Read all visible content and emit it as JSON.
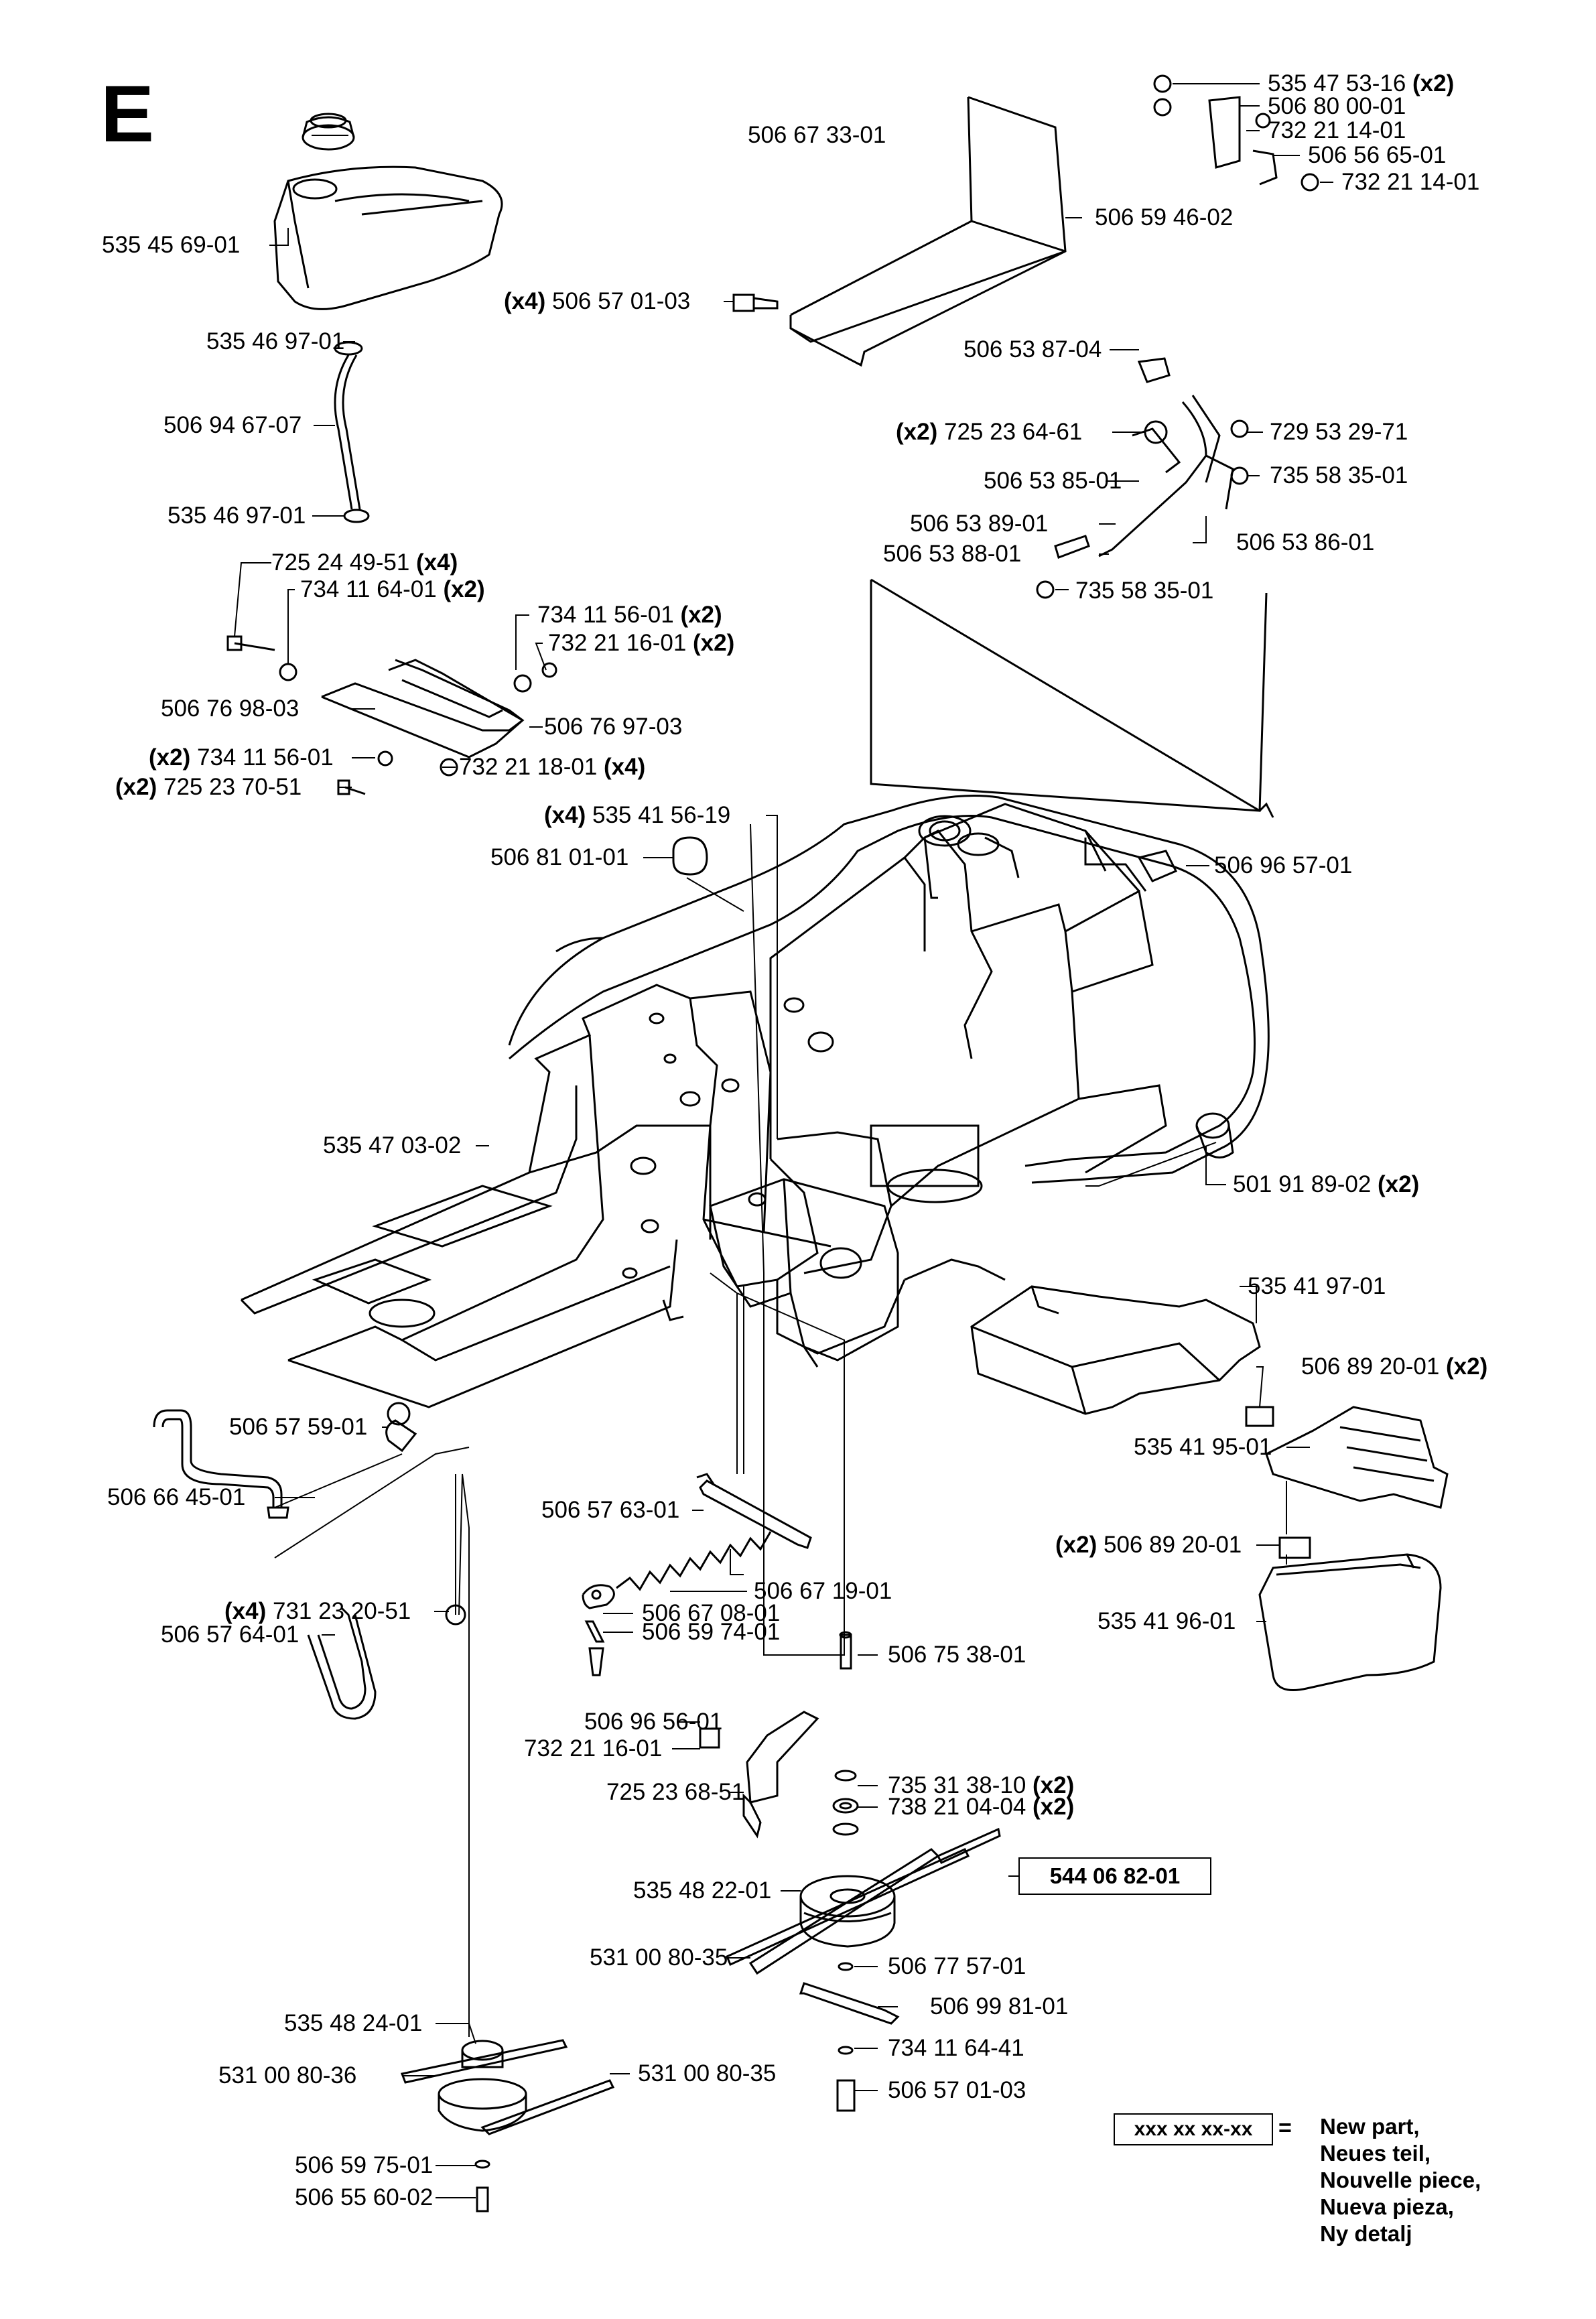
{
  "section_letter": "E",
  "new_part_number": "544 06 82-01",
  "legend": {
    "box": "xxx xx xx-xx",
    "eq": "=",
    "lines": [
      "New part,",
      "Neues teil,",
      "Nouvelle piece,",
      "Nueva pieza,",
      "Ny detalj"
    ]
  },
  "labels": [
    {
      "pn": "506 67 33-01",
      "q": "",
      "side": "L"
    },
    {
      "pn": "535 45 69-01",
      "q": "",
      "side": "R"
    },
    {
      "pn": "535 46 97-01",
      "q": "",
      "side": "R"
    },
    {
      "pn": "506 94 67-07",
      "q": "",
      "side": "R"
    },
    {
      "pn": "535 46 97-01",
      "q": "",
      "side": "R"
    },
    {
      "pn": "506 57 01-03",
      "q": "(x4)",
      "side": "R"
    },
    {
      "pn": "506 59 46-02",
      "q": "",
      "side": "L"
    },
    {
      "pn": "535 47 53-16",
      "q": "(x2)",
      "side": "L"
    },
    {
      "pn": "506 80 00-01",
      "q": "",
      "side": "L"
    },
    {
      "pn": "732 21 14-01",
      "q": "",
      "side": "L"
    },
    {
      "pn": "506 56 65-01",
      "q": "",
      "side": "L"
    },
    {
      "pn": "732 21 14-01",
      "q": "",
      "side": "L"
    },
    {
      "pn": "506 53 87-04",
      "q": "",
      "side": "R"
    },
    {
      "pn": "725 23 64-61",
      "q": "(x2)",
      "side": "R"
    },
    {
      "pn": "729 53 29-71",
      "q": "",
      "side": "L"
    },
    {
      "pn": "506 53 85-01",
      "q": "",
      "side": "R"
    },
    {
      "pn": "735 58 35-01",
      "q": "",
      "side": "L"
    },
    {
      "pn": "506 53 89-01",
      "q": "",
      "side": "R"
    },
    {
      "pn": "506 53 88-01",
      "q": "",
      "side": "R"
    },
    {
      "pn": "506 53 86-01",
      "q": "",
      "side": "L"
    },
    {
      "pn": "735 58 35-01",
      "q": "",
      "side": "L"
    },
    {
      "pn": "725 24 49-51",
      "q": "(x4)",
      "side": "L"
    },
    {
      "pn": "734 11 64-01",
      "q": "(x2)",
      "side": "L"
    },
    {
      "pn": "734 11 56-01",
      "q": "(x2)",
      "side": "L"
    },
    {
      "pn": "732 21 16-01",
      "q": "(x2)",
      "side": "L"
    },
    {
      "pn": "506 76 98-03",
      "q": "",
      "side": "R"
    },
    {
      "pn": "506 76 97-03",
      "q": "",
      "side": "L"
    },
    {
      "pn": "734 11 56-01",
      "q": "(x2)",
      "side": "R"
    },
    {
      "pn": "732 21 18-01",
      "q": "(x4)",
      "side": "L"
    },
    {
      "pn": "725 23 70-51",
      "q": "(x2)",
      "side": "R"
    },
    {
      "pn": "535 41 56-19",
      "q": "(x4)",
      "side": "R"
    },
    {
      "pn": "506 81 01-01",
      "q": "",
      "side": "R"
    },
    {
      "pn": "506 96 57-01",
      "q": "",
      "side": "L"
    },
    {
      "pn": "535 47 03-02",
      "q": "",
      "side": "R"
    },
    {
      "pn": "501 91 89-02",
      "q": "(x2)",
      "side": "L"
    },
    {
      "pn": "535 41 97-01",
      "q": "",
      "side": "L"
    },
    {
      "pn": "506 89 20-01",
      "q": "(x2)",
      "side": "L"
    },
    {
      "pn": "535 41 95-01",
      "q": "",
      "side": "R"
    },
    {
      "pn": "506 89 20-01",
      "q": "(x2)",
      "side": "R"
    },
    {
      "pn": "535 41 96-01",
      "q": "",
      "side": "R"
    },
    {
      "pn": "506 57 59-01",
      "q": "",
      "side": "R"
    },
    {
      "pn": "506 66 45-01",
      "q": "",
      "side": "R"
    },
    {
      "pn": "731 23 20-51",
      "q": "(x4)",
      "side": "R"
    },
    {
      "pn": "506 57 64-01",
      "q": "",
      "side": "R"
    },
    {
      "pn": "506 57 63-01",
      "q": "",
      "side": "R"
    },
    {
      "pn": "506 67 19-01",
      "q": "",
      "side": "L"
    },
    {
      "pn": "506 67 08-01",
      "q": "",
      "side": "L"
    },
    {
      "pn": "506 59 74-01",
      "q": "",
      "side": "L"
    },
    {
      "pn": "506 75 38-01",
      "q": "",
      "side": "L"
    },
    {
      "pn": "506 96 56-01",
      "q": "",
      "side": "R"
    },
    {
      "pn": "732 21 16-01",
      "q": "",
      "side": "R"
    },
    {
      "pn": "725 23 68-51",
      "q": "",
      "side": "R"
    },
    {
      "pn": "735 31 38-10",
      "q": "(x2)",
      "side": "L"
    },
    {
      "pn": "738 21 04-04",
      "q": "(x2)",
      "side": "L"
    },
    {
      "pn": "535 48 22-01",
      "q": "",
      "side": "R"
    },
    {
      "pn": "531 00 80-35",
      "q": "",
      "side": "R"
    },
    {
      "pn": "506 77 57-01",
      "q": "",
      "side": "L"
    },
    {
      "pn": "506 99 81-01",
      "q": "",
      "side": "L"
    },
    {
      "pn": "734 11 64-41",
      "q": "",
      "side": "L"
    },
    {
      "pn": "506 57 01-03",
      "q": "",
      "side": "L"
    },
    {
      "pn": "535 48 24-01",
      "q": "",
      "side": "R"
    },
    {
      "pn": "531 00 80-36",
      "q": "",
      "side": "R"
    },
    {
      "pn": "531 00 80-35",
      "q": "",
      "side": "L"
    },
    {
      "pn": "506 59 75-01",
      "q": "",
      "side": "R"
    },
    {
      "pn": "506 55 60-02",
      "q": "",
      "side": "R"
    }
  ]
}
